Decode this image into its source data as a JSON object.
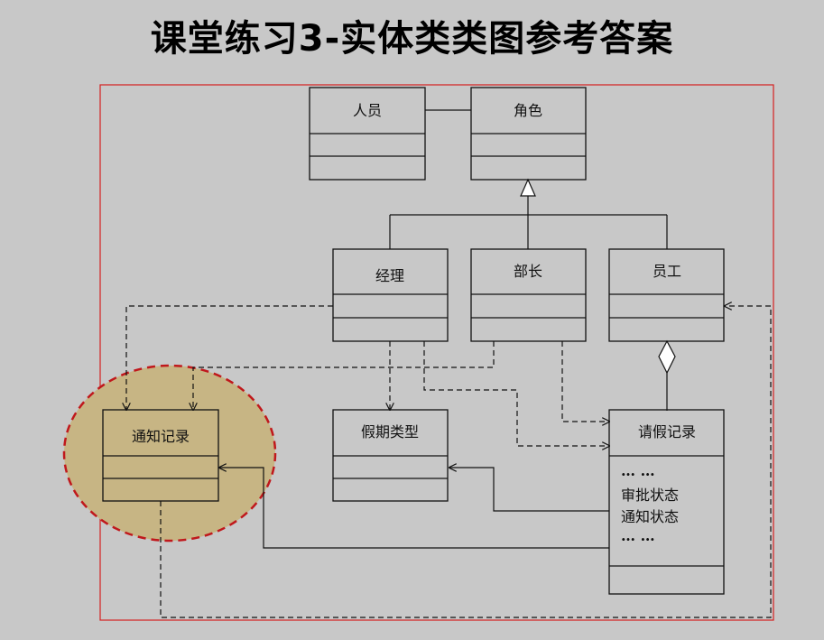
{
  "title": "课堂练习3-实体类类图参考答案",
  "colors": {
    "background": "#c8c8c8",
    "frame": "#d42020",
    "highlight_fill": "#c7b584",
    "highlight_stroke": "#c0181c",
    "box_fill": "#c8c8c8",
    "line": "#111111"
  },
  "classes": {
    "renyuan": {
      "name": "人员"
    },
    "juese": {
      "name": "角色"
    },
    "jingli": {
      "name": "经理"
    },
    "buzhang": {
      "name": "部长"
    },
    "yuangong": {
      "name": "员工"
    },
    "tongzhi": {
      "name": "通知记录"
    },
    "jiaqi": {
      "name": "假期类型"
    },
    "qingjia": {
      "name": "请假记录",
      "attributes": [
        "… …",
        "审批状态",
        "通知状态",
        "… …"
      ]
    }
  }
}
